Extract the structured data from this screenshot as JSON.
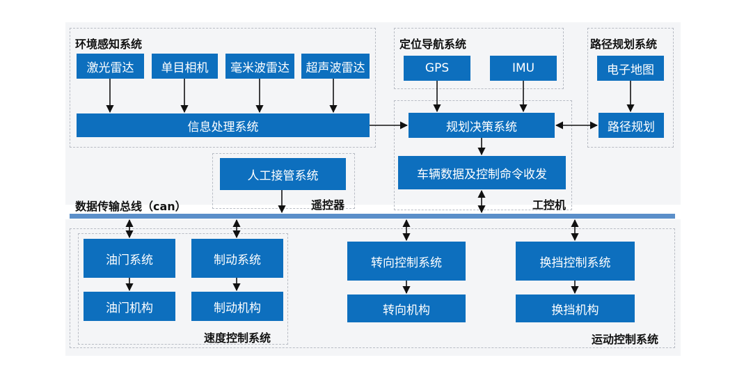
{
  "regions": {
    "env": "环境感知系统",
    "nav": "定位导航系统",
    "path": "路径规划系统",
    "remote": "遥控器",
    "ipc": "工控机",
    "bus": "数据传输总线（can）",
    "speed": "速度控制系统",
    "motion": "运动控制系统"
  },
  "boxes": {
    "lidar": "激光雷达",
    "camera": "单目相机",
    "mmwave": "毫米波雷达",
    "ultrasonic": "超声波雷达",
    "gps": "GPS",
    "imu": "IMU",
    "map": "电子地图",
    "info": "信息处理系统",
    "decision": "规划决策系统",
    "planning": "路径规划",
    "vehicle_data": "车辆数据及控制命令收发",
    "manual": "人工接管系统",
    "throttle": "油门系统",
    "brake": "制动系统",
    "steering": "转向控制系统",
    "gear": "换挡控制系统",
    "throttle_mech": "油门机构",
    "brake_mech": "制动机构",
    "steering_mech": "转向机构",
    "gear_mech": "换挡机构"
  },
  "colors": {
    "box_fill": "#0d6fbe",
    "bus": "#5b8fc9",
    "panel": "#f4f5f7"
  }
}
